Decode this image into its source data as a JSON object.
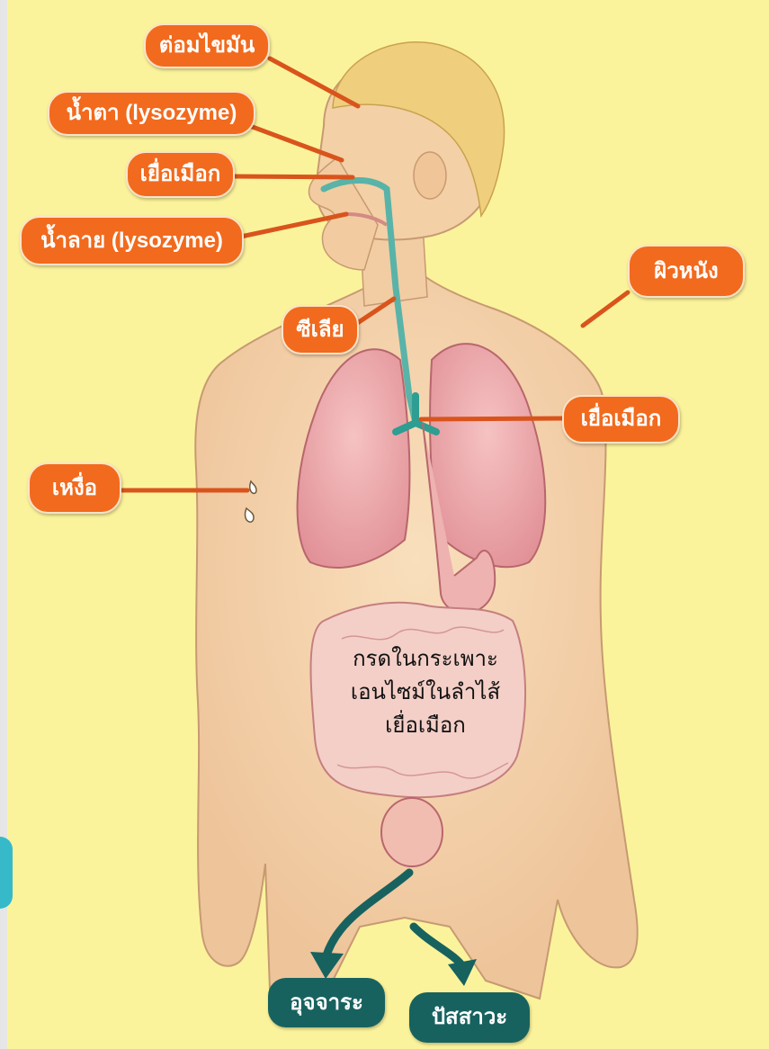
{
  "labels": {
    "sebaceous": "ต่อมไขมัน",
    "tears": "น้ำตา (lysozyme)",
    "mucus_nose": "เยื่อเมือก",
    "saliva": "น้ำลาย (lysozyme)",
    "cilia": "ซีเลีย",
    "skin": "ผิวหนัง",
    "mucus_trachea": "เยื่อเมือก",
    "sweat": "เหงื่อ",
    "feces": "อุจจาระ",
    "urine": "ปัสสาวะ"
  },
  "digestive_text": [
    "กรดในกระเพาะ",
    "เอนไซม์ในลำไส้",
    "เยื่อเมือก"
  ],
  "colors": {
    "background": "#fbf39b",
    "label_fill": "#f26a1d",
    "exit_label_fill": "#17625f",
    "skin": "#f5d3a8",
    "lung": "#eea5a8",
    "hair": "#efcf7e"
  }
}
